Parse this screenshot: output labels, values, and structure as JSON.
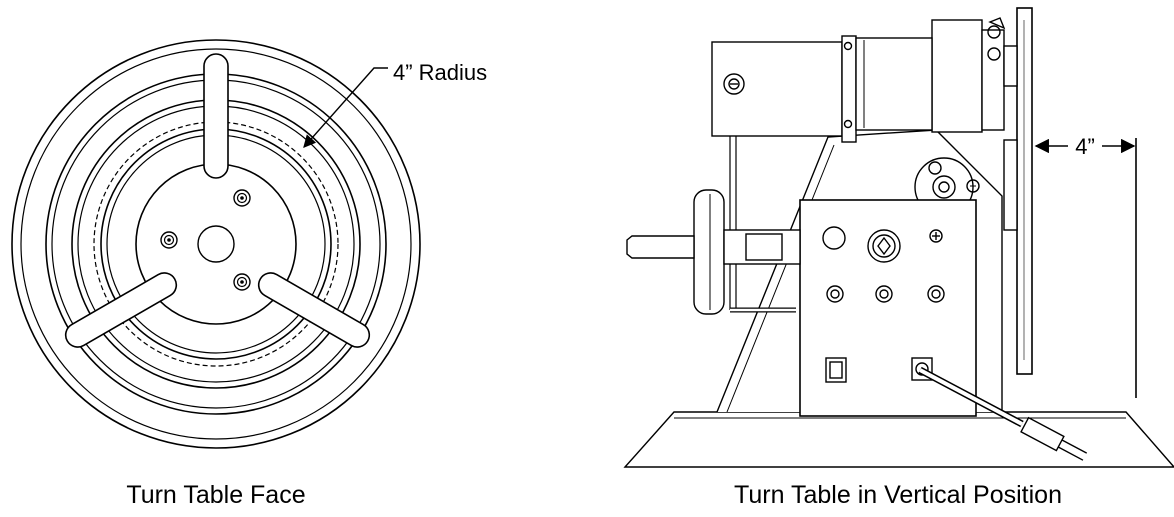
{
  "face": {
    "caption": "Turn Table Face",
    "radius_label": "4” Radius"
  },
  "side": {
    "caption": "Turn Table in Vertical Position",
    "dimension_label": "4”"
  }
}
